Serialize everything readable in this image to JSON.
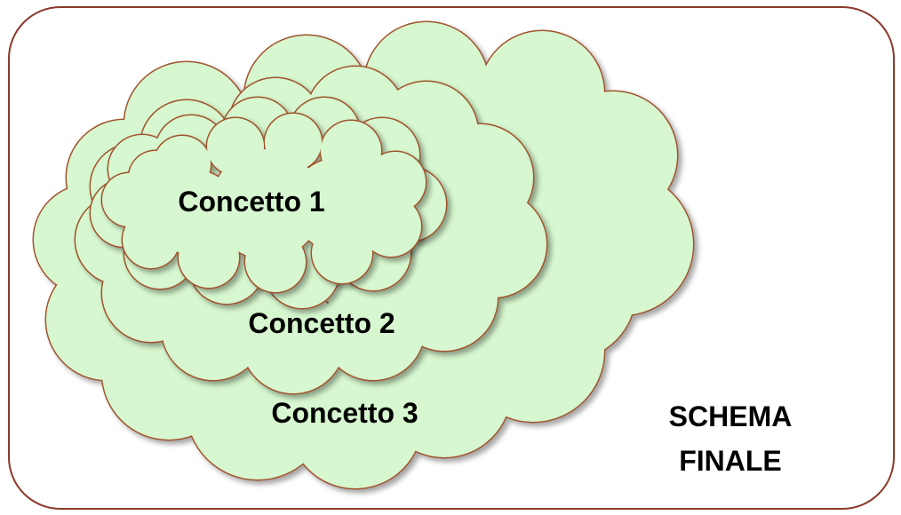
{
  "diagram": {
    "concepts": [
      {
        "id": "c1",
        "label": "Concetto 1"
      },
      {
        "id": "c2",
        "label": "Concetto 2"
      },
      {
        "id": "c3",
        "label": "Concetto 3"
      }
    ],
    "final_label": {
      "line1": "SCHEMA",
      "line2": "FINALE"
    }
  },
  "colors": {
    "cloud_fill": "#d6f7cf",
    "cloud_stroke": "#a0522d",
    "frame_stroke": "#8b3a2a",
    "text": "#000000"
  }
}
